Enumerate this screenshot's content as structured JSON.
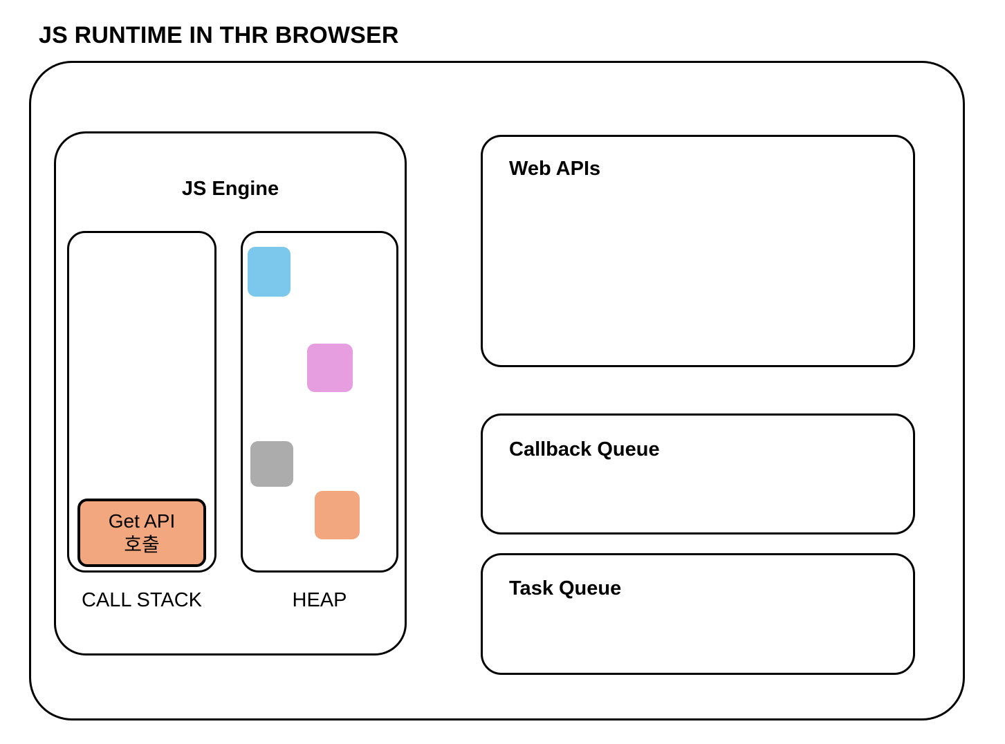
{
  "page": {
    "title": "JS RUNTIME IN THR BROWSER",
    "background_color": "#ffffff",
    "stroke_color": "#000000"
  },
  "diagram": {
    "type": "block-diagram",
    "runtime_container": {
      "name": "JS Runtime container"
    },
    "js_engine": {
      "title": "JS Engine",
      "call_stack": {
        "label": "CALL STACK",
        "frames": [
          {
            "line1": "Get API",
            "line2": "호출",
            "fill": "#F2A77E",
            "border": "#000000"
          }
        ]
      },
      "heap": {
        "label": "HEAP",
        "blocks": [
          {
            "id": "heap-block-1",
            "fill": "#7CC8EC"
          },
          {
            "id": "heap-block-2",
            "fill": "#E79EE0"
          },
          {
            "id": "heap-block-3",
            "fill": "#ACACAC"
          },
          {
            "id": "heap-block-4",
            "fill": "#F2A77E"
          }
        ]
      }
    },
    "panels": [
      {
        "id": "web-apis",
        "title": "Web APIs",
        "items": []
      },
      {
        "id": "callback-queue",
        "title": "Callback Queue",
        "items": []
      },
      {
        "id": "task-queue",
        "title": "Task Queue",
        "items": []
      }
    ]
  }
}
